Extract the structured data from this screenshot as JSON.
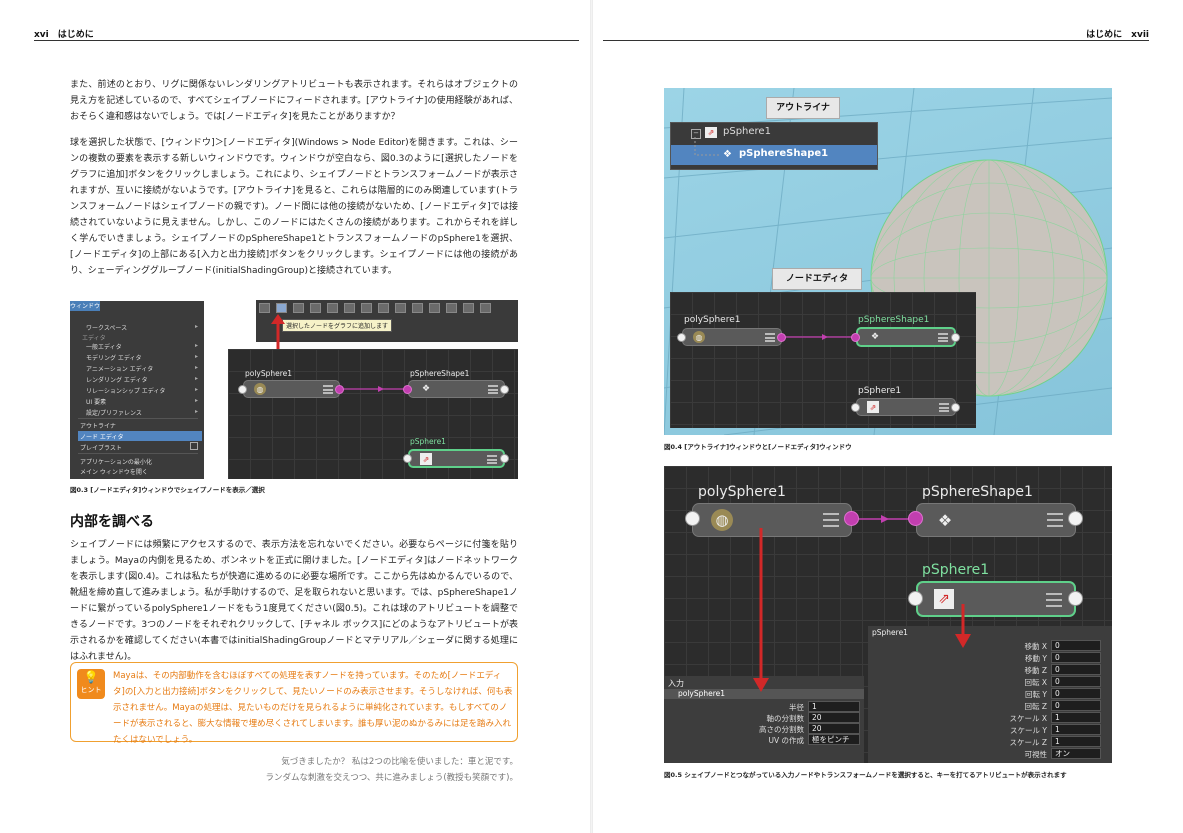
{
  "left_page": {
    "running_head": "xvi　はじめに",
    "paragraphs": [
      "また、前述のとおり、リグに関係ないレンダリングアトリビュートも表示されます。それらはオブジェクトの見え方を記述しているので、すべてシェイプノードにフィードされます。[アウトライナ]の使用経験があれば、おそらく違和感はないでしょう。では[ノードエディタ]を見たことがありますか？",
      "球を選択した状態で、[ウィンドウ]＞[ノードエディタ](Windows > Node Editor)を開きます。これは、シーンの複数の要素を表示する新しいウィンドウです。ウィンドウが空白なら、図0.3のように[選択したノードをグラフに追加]ボタンをクリックしましょう。これにより、シェイプノードとトランスフォームノードが表示されますが、互いに接続がないようです。[アウトライナ]を見ると、これらは階層的にのみ関連しています(トランスフォームノードはシェイプノードの親です)。ノード間には他の接続がないため、[ノードエディタ]では接続されていないように見えません。しかし、このノードにはたくさんの接続があります。これからそれを詳しく学んでいきましょう。シェイプノードのpSphereShape1とトランスフォームノードのpSphere1を選択、[ノードエディタ]の上部にある[入力と出力接続]ボタンをクリックします。シェイプノードには他の接続があり、シェーディンググループノード(initialShadingGroup)と接続されています。"
    ],
    "figure03": {
      "caption": "図0.3 [ノードエディタ]ウィンドウでシェイプノードを表示／選択",
      "menu_title": "ウィンドウ",
      "menu_items": [
        "ワークスペース",
        "エディタ",
        "一般エディタ",
        "モデリング エディタ",
        "アニメーション エディタ",
        "レンダリング エディタ",
        "リレーションシップ エディタ",
        "UI 要素",
        "設定/プリファレンス",
        "アウトライナ",
        "ノード エディタ",
        "プレイブラスト",
        "アプリケーションの最小化",
        "メイン ウィンドウを開く"
      ],
      "tooltip": "選択したノードをグラフに追加します",
      "nodes": [
        "polySphere1",
        "pSphereShape1",
        "pSphere1"
      ]
    },
    "section_heading": "内部を調べる",
    "section_paragraph": "シェイプノードには頻繁にアクセスするので、表示方法を忘れないでください。必要ならページに付箋を貼りましょう。Mayaの内側を見るため、ボンネットを正式に開けました。[ノードエディタ]はノードネットワークを表示します(図0.4)。これは私たちが快適に進めるのに必要な場所です。ここから先はぬかるんでいるので、靴紐を締め直して進みましょう。私が手助けするので、足を取られないと思います。では、pSphereShape1ノードに繋がっているpolySphere1ノードをもう1度見てください(図0.5)。これは球のアトリビュートを調整できるノードです。3つのノードをそれぞれクリックして、[チャネル ボックス]にどのようなアトリビュートが表示されるかを確認してください(本書ではinitialShadingGroupノードとマテリアル／シェーダに関する処理にはふれません)。",
    "tip_label": "ヒント",
    "tip_text": "Mayaは、その内部動作を含むほぼすべての処理を表すノードを持っています。そのため[ノードエディタ]の[入力と出力接続]ボタンをクリックして、見たいノードのみ表示させます。そうしなければ、何も表示されません。Mayaの処理は、見たいものだけを見られるように単純化されています。もしすべてのノードが表示されると、膨大な情報で埋め尽くされてしまいます。誰も厚い泥のぬかるみには足を踏み入れたくはないでしょう。",
    "note_lines": [
      "気づきましたか？ 私は2つの比喩を使いました：車と泥です。",
      "ランダムな刺激を交えつつ、共に進みましょう(教授も笑顔です)。"
    ]
  },
  "right_page": {
    "running_head": "はじめに　xvii",
    "figure04": {
      "caption": "図0.4 [アウトライナ]ウィンドウと[ノードエディタ]ウィンドウ",
      "outliner_label": "アウトライナ",
      "outliner_items": [
        "pSphere1",
        "pSphereShape1"
      ],
      "node_editor_label": "ノードエディタ",
      "nodes": [
        "polySphere1",
        "pSphereShape1",
        "pSphere1"
      ]
    },
    "figure05": {
      "caption": "図0.5 シェイプノードとつながっている入力ノードやトランスフォームノードを選択すると、キーを打てるアトリビュートが表示されます",
      "nodes": [
        "polySphere1",
        "pSphereShape1",
        "pSphere1"
      ],
      "inputs_header": "入力",
      "inputs_node": "polySphere1",
      "inputs": [
        {
          "label": "半径",
          "value": "1"
        },
        {
          "label": "軸の分割数",
          "value": "20"
        },
        {
          "label": "高さの分割数",
          "value": "20"
        },
        {
          "label": "UV の作成",
          "value": "極をピンチ"
        }
      ],
      "transform_node": "pSphere1",
      "transform": [
        {
          "label": "移動 X",
          "value": "0"
        },
        {
          "label": "移動 Y",
          "value": "0"
        },
        {
          "label": "移動 Z",
          "value": "0"
        },
        {
          "label": "回転 X",
          "value": "0"
        },
        {
          "label": "回転 Y",
          "value": "0"
        },
        {
          "label": "回転 Z",
          "value": "0"
        },
        {
          "label": "スケール X",
          "value": "1"
        },
        {
          "label": "スケール Y",
          "value": "1"
        },
        {
          "label": "スケール Z",
          "value": "1"
        },
        {
          "label": "可視性",
          "value": "オン"
        }
      ]
    }
  },
  "colors": {
    "accent_orange": "#f08a1c",
    "node_selected": "#5fd08a",
    "port_magenta": "#c23fb0",
    "arrow_red": "#d22828",
    "viewport_sky": "#8fcbe0"
  }
}
